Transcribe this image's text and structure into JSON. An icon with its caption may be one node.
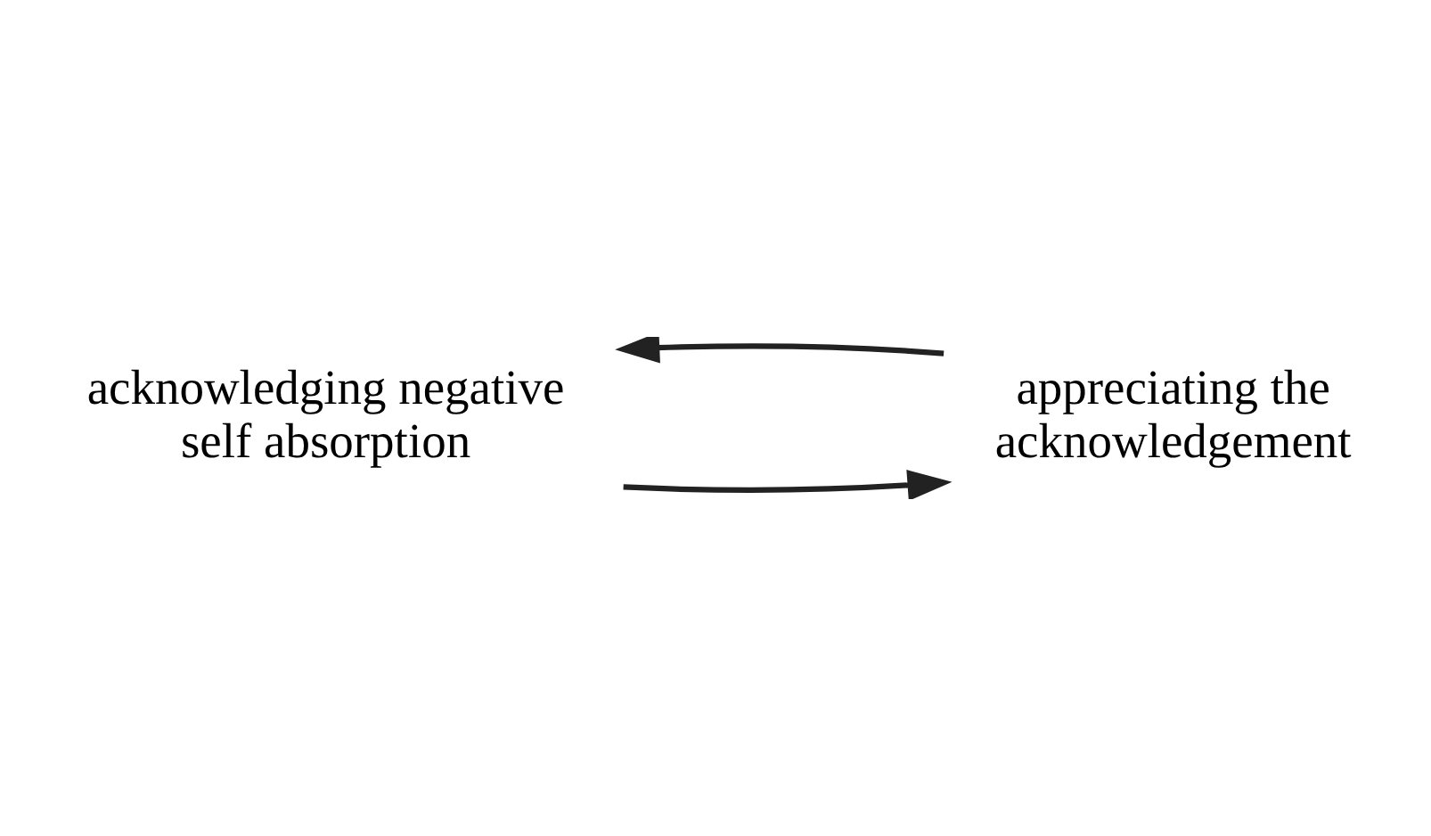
{
  "diagram": {
    "nodes": [
      {
        "text": [
          "acknowledging negative self absorption"
        ]
      },
      {
        "text": [
          "appreciating the acknowledgement"
        ]
      }
    ],
    "edges": [
      {
        "from": 0,
        "to": 1,
        "arrow": "to"
      },
      {
        "from": 1,
        "to": 0,
        "arrow": "to"
      }
    ]
  }
}
